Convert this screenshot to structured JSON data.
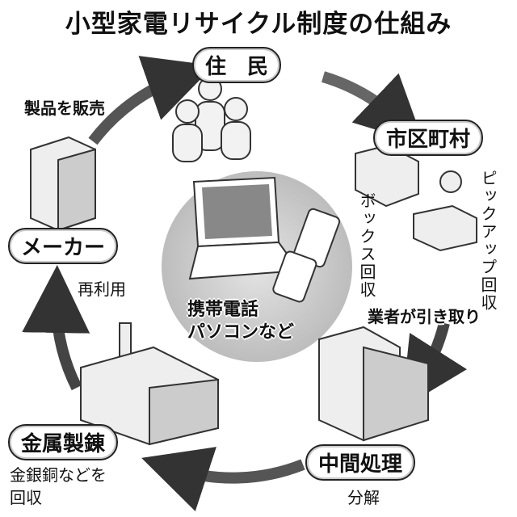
{
  "title": "小型家電リサイクル制度の仕組み",
  "nodes": {
    "residents": "住　民",
    "municipality": "市区町村",
    "intermediate": "中間処理",
    "smelting": "金属製錬",
    "maker": "メーカー"
  },
  "labels": {
    "sell": "製品を販売",
    "box": "ボックス回収",
    "pickup": "ピックアップ回収",
    "contractor": "業者が引き取り",
    "disassembly": "分解",
    "recover_line1": "金銀銅などを",
    "recover_line2": "回収",
    "reuse": "再利用",
    "center_line1": "携帯電話",
    "center_line2": "パソコンなど"
  }
}
